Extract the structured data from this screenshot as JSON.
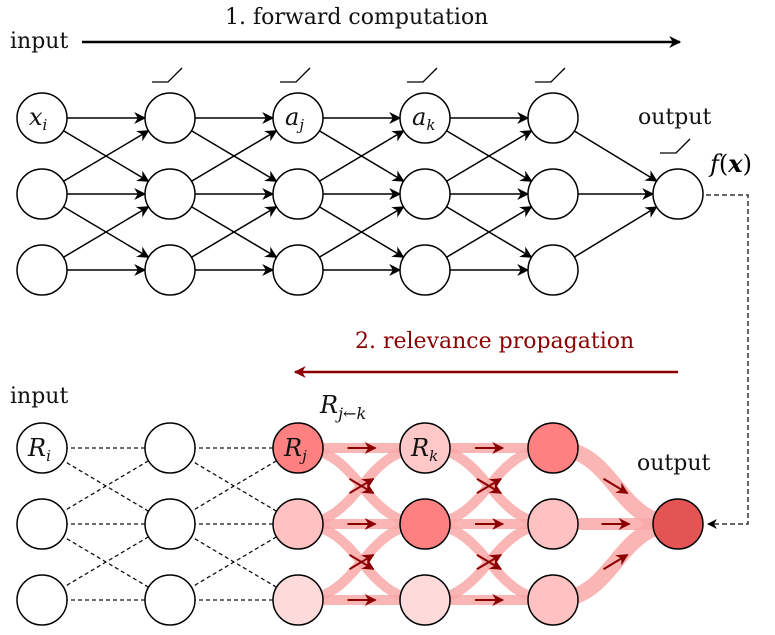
{
  "forward": {
    "title": "1. forward computation",
    "input_label": "input",
    "output_label": "output",
    "output_value": "f(x)",
    "node_labels": {
      "input": "x",
      "input_sub": "i",
      "hidden1": "a",
      "hidden1_sub": "j",
      "hidden2": "a",
      "hidden2_sub": "k"
    }
  },
  "backward": {
    "title": "2. relevance propagation",
    "input_label": "input",
    "output_label": "output",
    "edge_label": "R",
    "edge_label_sub": "j←k",
    "node_labels": {
      "input": "R",
      "input_sub": "i",
      "hidden1": "R",
      "hidden1_sub": "j",
      "hidden2": "R",
      "hidden2_sub": "k"
    }
  },
  "colors": {
    "arrow": "#000000",
    "relevance": "#8b0000",
    "edge_glow": "#f9a8a8"
  },
  "relevance_layers": [
    [
      "#ff8080",
      "#ffc1c1",
      "#ffdada"
    ],
    [
      "#ffc8c8",
      "#ff8080",
      "#ffdada"
    ],
    [
      "#ff8080",
      "#ffc1c1",
      "#ffc1c1"
    ],
    [
      "#e35555"
    ]
  ]
}
